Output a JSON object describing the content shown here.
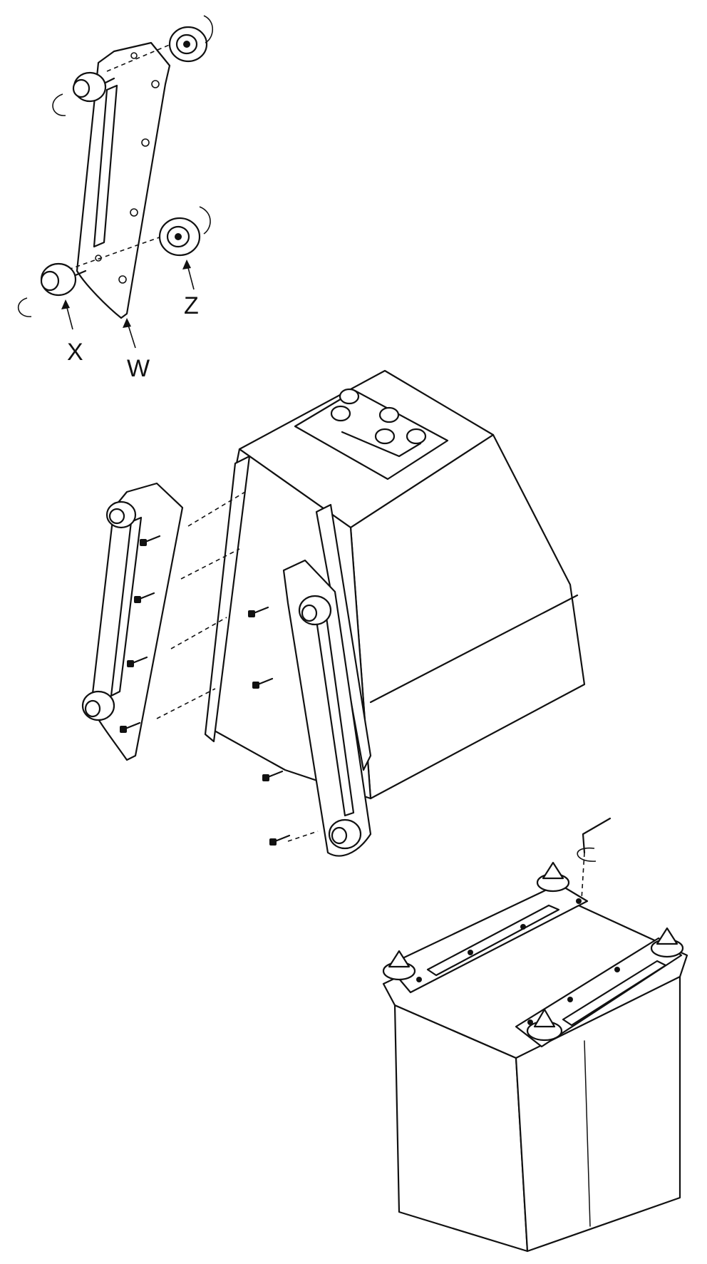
{
  "labels": {
    "x": "X",
    "w": "W",
    "z": "Z"
  },
  "colors": {
    "line": "#111111",
    "background": "#ffffff"
  },
  "icons": [
    "rotate-arrow-icon",
    "hex-key-icon"
  ]
}
